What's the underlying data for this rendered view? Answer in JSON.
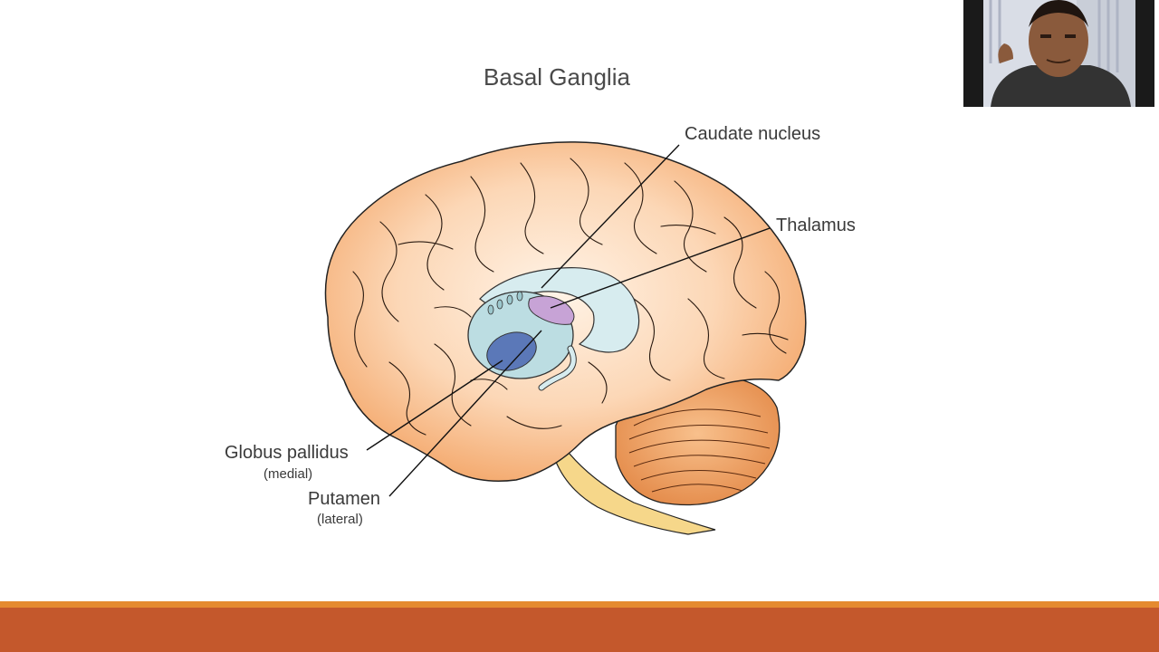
{
  "slide": {
    "title": "Basal Ganglia"
  },
  "labels": {
    "caudate_nucleus": "Caudate nucleus",
    "thalamus": "Thalamus",
    "globus_pallidus": "Globus pallidus",
    "globus_pallidus_note": "(medial)",
    "putamen": "Putamen",
    "putamen_note": "(lateral)"
  },
  "colors": {
    "brain_fill": "#fcd7b6",
    "brain_outline_orange": "#f3a567",
    "cerebellum": "#f0a064",
    "brainstem": "#f6d78a",
    "caudate": "#bcdde2",
    "putamen": "#5b78b8",
    "thalamus": "#c7a3d6",
    "footer_accent": "#e58a2f",
    "footer_bar": "#c4582c"
  },
  "webcam": {
    "icon": "presenter-video-feed"
  }
}
